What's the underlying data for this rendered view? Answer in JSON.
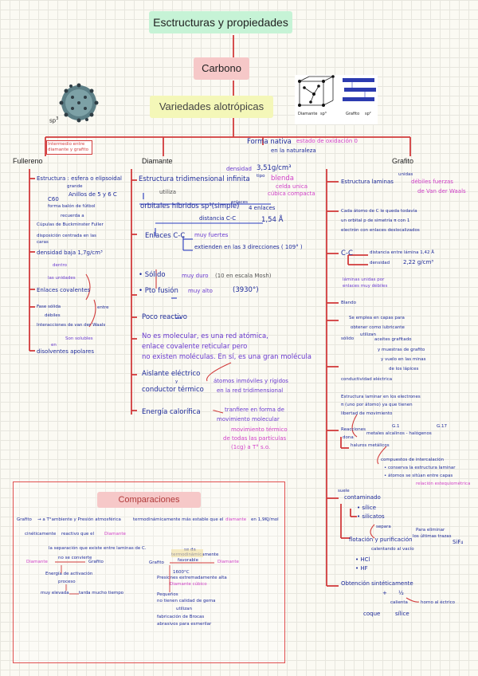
{
  "title": "Esctructuras y propiedades",
  "center": "Carbono",
  "varieties": "Variedades alotrópicas",
  "sp_label": "sp",
  "sp_sup": "3",
  "image_labels": {
    "diamante": "Diamante",
    "grafito": "Grafito",
    "sp3": "sp³",
    "sp2": "sp²"
  },
  "intermediate": "Intermedio entre diamante y grafito",
  "headers": {
    "fullereno": "Fullereno",
    "diamante": "Diamante",
    "grafito": "Grafito"
  },
  "forma_nativa": {
    "label": "Forma nativa",
    "note": "estado de oxidación 0",
    "sub": "en la naturaleza"
  },
  "fullereno": {
    "estructura": "Estructura : esfera o elipsoidal",
    "grande": "grande",
    "anillos": "Anillos de 5 y 6 C",
    "c60": "C60",
    "forma": "forma balón de fútbol",
    "recuerda": "recuerda a",
    "cupulas": "Cúpulas de Buckminster Fuller",
    "disposicion": "disposición centrada en las caras",
    "densidad": "densidad  baja  1,7g/cm³",
    "dentro": "dentro",
    "unidades": "las unidades",
    "enlaces": "Enlaces covalentes",
    "fase": "Fase sólida",
    "debiles": "débiles",
    "entre": "entre",
    "interacciones": "Interacciones de van der Waals",
    "solubles": "Son solubles",
    "disolventes": "disolventes apolares",
    "en": "en"
  },
  "diamante": {
    "estructura": "Estructura tridimensional infinita",
    "densidad": "densidad",
    "densidad_val": "3,51g/cm³",
    "tipo": "tipo",
    "blenda": "blenda",
    "celda": "celda unica",
    "cubica": "cúbica compacta",
    "utiliza": "utiliza",
    "orbitales": "orbitales híbridos sp³(simple)",
    "enlaces_x": "enlaces",
    "cuatro": "4 enlaces",
    "distancia": "distancia C-C",
    "dist_val": "1,54 Å",
    "enlaces_cc": "Enlaces C-C",
    "fuertes": "muy fuertes",
    "extienden": "extienden en las 3 direcciones ( 109° )",
    "solido": "Sólido",
    "duro": "muy duro",
    "escala": "(10 en escala Mosh)",
    "fusion": "Pto fusión",
    "alto": "muy alto",
    "fusion_val": "(3930°)",
    "poco": "Poco reactivo",
    "molecular1": "No es molecular, es una red atómica,",
    "molecular2": "enlace covalente reticular pero",
    "molecular3": "no existen moléculas. En sí, es una gran molécula",
    "aislante": "Aislante eléctrico",
    "y": "y",
    "conductor": "conductor térmico",
    "atomos1": "átomos inmóviles y rígidos",
    "atomos2": "en la red tridimensional",
    "energia": "Energía calorífica",
    "transfiere1": "tranfiere en forma de",
    "transfiere2": "movimiento molecular",
    "movimiento1": "movimiento térmico",
    "movimiento2": "de todas las partículas",
    "movimiento3": "(1cg) a T° s.o."
  },
  "grafito": {
    "estructura": "Estructura laminas",
    "unidas": "unidas",
    "debiles": "débiles fuerzas",
    "vdw": "de Van der Waals",
    "cada1": "Cada átomo de C le queda todavía",
    "cada2": "un orbital p de simetría π con 1",
    "cada3": "electrón con enlaces deslocalizados",
    "cc": "C-C",
    "distancia": "distancia entre lámina 1,42 Å",
    "densidad": "densidad",
    "dens_val": "2,22 g/cm³",
    "laminas1": "láminas unidas por",
    "laminas2": "enlaces muy débiles",
    "blando": "Blando",
    "emplea1": "Se emplea en capas para",
    "emplea2": "obtener como lubricante",
    "solido": "sólido",
    "utilizan": "utilizan",
    "aceites": "aceites grafitado",
    "muestras": "y muestras de grafito",
    "minas": "y vuelo en las minas",
    "lapices": "de los lápices",
    "conductividad": "conductividad eléctrica",
    "lamina1": "Estructura laminar en los electrones",
    "lamina2": "π (uno por átomo) ya que tienen",
    "lamina3": "libertad de movimiento",
    "reacciones": "Reacciones",
    "dona": "dona",
    "metales": "metales alcalinos",
    "halogenos": "halógenos",
    "g1": "G.1",
    "g17": "G.17",
    "haluros": "haluros metálicos",
    "compuestos": "compuestos de intercalación",
    "conserva": "conserva la estructura laminar",
    "atomos": "átomos se sitúan entre capas",
    "relacion": "relación estequiométrica",
    "suele": "suele",
    "contaminado": "contaminado",
    "silice": "sílice",
    "silicatos": "silicatos",
    "separa": "separa",
    "flotacion": "flotación y purificación",
    "eliminar": "Para eliminar",
    "trazas": "los últimas trazas",
    "calentando": "calentando al vacío",
    "sif4": "SiF₄",
    "hcl": "HCl",
    "hf": "HF",
    "obtencion": "Obtención sintéticamente",
    "mas": "+",
    "half": "½",
    "calienta": "calienta",
    "horno": "horno al éctrico",
    "coque": "coque",
    "silice2": "sílice"
  },
  "comparaciones": {
    "title": "Comparaciones",
    "l1a": "Grafito",
    "l1b": "a T°ambiente y Presión atmosférica",
    "l1c": "termodinámicamente más estable que el",
    "l1d": "diamante",
    "l1e": "en 1,9KJ/mol",
    "l2a": "cinéticamente",
    "l2b": "reactivo que el",
    "l2c": "Diamante",
    "l3": "la separación que existe entre laminas de C.",
    "diamante": "Diamante",
    "no_convierte": "no se convierte",
    "grafito": "Grafito",
    "energia1": "Energía de activación",
    "energia2": "proceso",
    "elevada": "muy elevada",
    "tarda": "tarda mucho tiempo",
    "grafito2": "Grafito",
    "se_da": "se da",
    "termodinamic": "termodinámicamente",
    "favorable": "favorable",
    "diamante2": "Diamante",
    "presion": "Presiones extremadamente alta",
    "cubico": "Diamante cúbico",
    "temp": "1600°C",
    "pequenos1": "Pequeños",
    "pequenos2": "no tienen calidad de gema",
    "utilizan": "utilizan",
    "fabricacion1": "fabricación de Brocas",
    "fabricacion2": "abrasivos para esmerilar"
  },
  "colors": {
    "red": "#d23b3b",
    "title_bg": "#c6f3d6",
    "carbono_bg": "#f6c8c8",
    "var_bg": "#f4f7b8",
    "ink": "#1d2a9a",
    "pink": "#d040c8"
  }
}
